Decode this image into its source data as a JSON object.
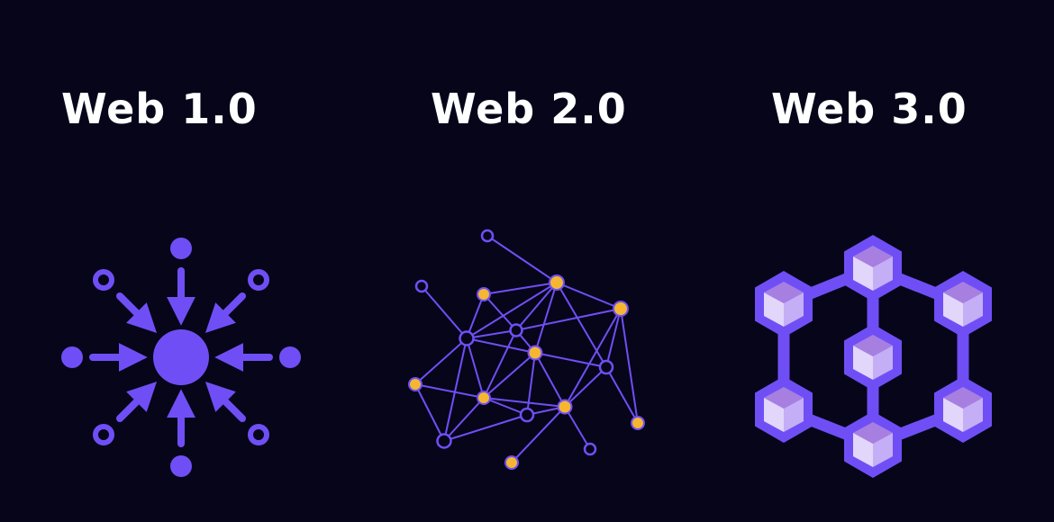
{
  "titles": {
    "web1": "Web 1.0",
    "web2": "Web 2.0",
    "web3": "Web 3.0"
  },
  "colors": {
    "background": "#07051a",
    "accent_purple": "#6f4ff5",
    "node_yellow": "#f5b731",
    "cube_light": "#e2d6fb",
    "cube_mid": "#c4aef5",
    "cube_top": "#a77fe0"
  },
  "diagrams": {
    "web1": "centralized-hub-icon",
    "web2": "distributed-network-icon",
    "web3": "blockchain-hexagon-icon"
  }
}
